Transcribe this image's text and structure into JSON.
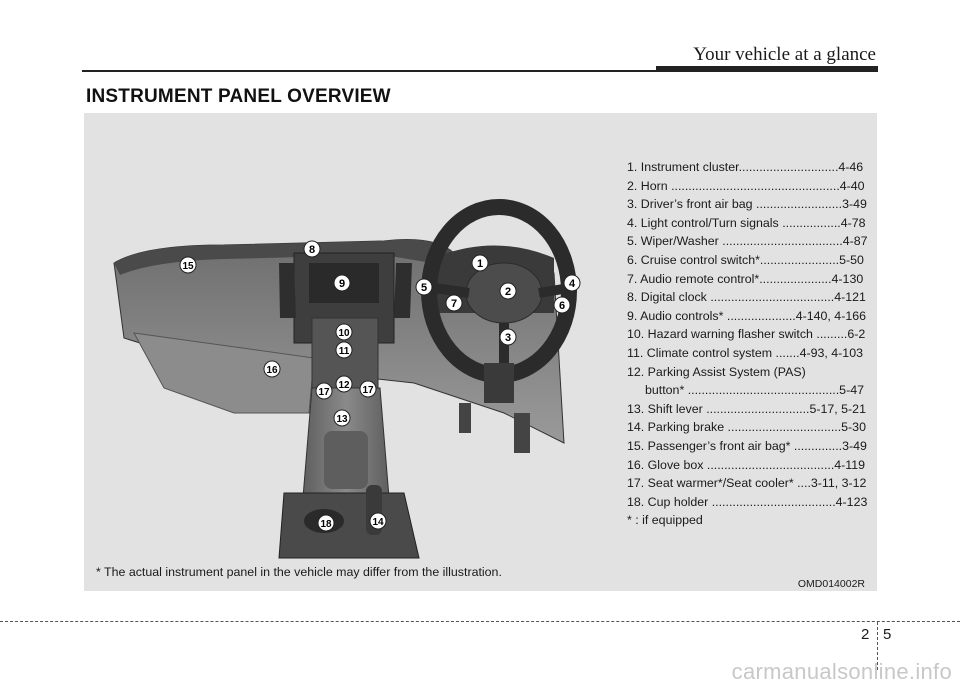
{
  "header": {
    "section_title": "Your vehicle at a glance"
  },
  "page_heading": "INSTRUMENT PANEL OVERVIEW",
  "legend": [
    {
      "text": "1. Instrument cluster.............................4-46"
    },
    {
      "text": "2. Horn .................................................4-40"
    },
    {
      "text": "3. Driver’s front air bag .........................3-49"
    },
    {
      "text": "4. Light control/Turn signals .................4-78"
    },
    {
      "text": "5. Wiper/Washer ...................................4-87"
    },
    {
      "text": "6. Cruise control switch*.......................5-50"
    },
    {
      "text": "7. Audio remote control*.....................4-130"
    },
    {
      "text": "8. Digital clock ....................................4-121"
    },
    {
      "text": "9. Audio controls* ....................4-140, 4-166"
    },
    {
      "text": "10. Hazard warning flasher switch .........6-2"
    },
    {
      "text": "11. Climate control system .......4-93, 4-103"
    },
    {
      "text": "12. Parking Assist System (PAS)"
    },
    {
      "text": "button* ............................................5-47",
      "indent": true
    },
    {
      "text": "13. Shift lever ..............................5-17, 5-21"
    },
    {
      "text": "14. Parking brake .................................5-30"
    },
    {
      "text": "15. Passenger’s front air bag* ..............3-49"
    },
    {
      "text": "16. Glove box .....................................4-119"
    },
    {
      "text": "17. Seat warmer*/Seat cooler* ....3-11, 3-12"
    },
    {
      "text": "18. Cup holder ....................................4-123"
    },
    {
      "text": "* : if equipped"
    }
  ],
  "callouts": [
    "1",
    "2",
    "3",
    "4",
    "5",
    "6",
    "7",
    "8",
    "9",
    "10",
    "11",
    "12",
    "17",
    "17",
    "13",
    "14",
    "15",
    "16",
    "18"
  ],
  "note": "* The actual instrument panel in the vehicle may differ from the illustration.",
  "image_code": "OMD014002R",
  "page_number": {
    "chapter": "2",
    "page": "5"
  },
  "watermark": "carmanualsonline.info"
}
